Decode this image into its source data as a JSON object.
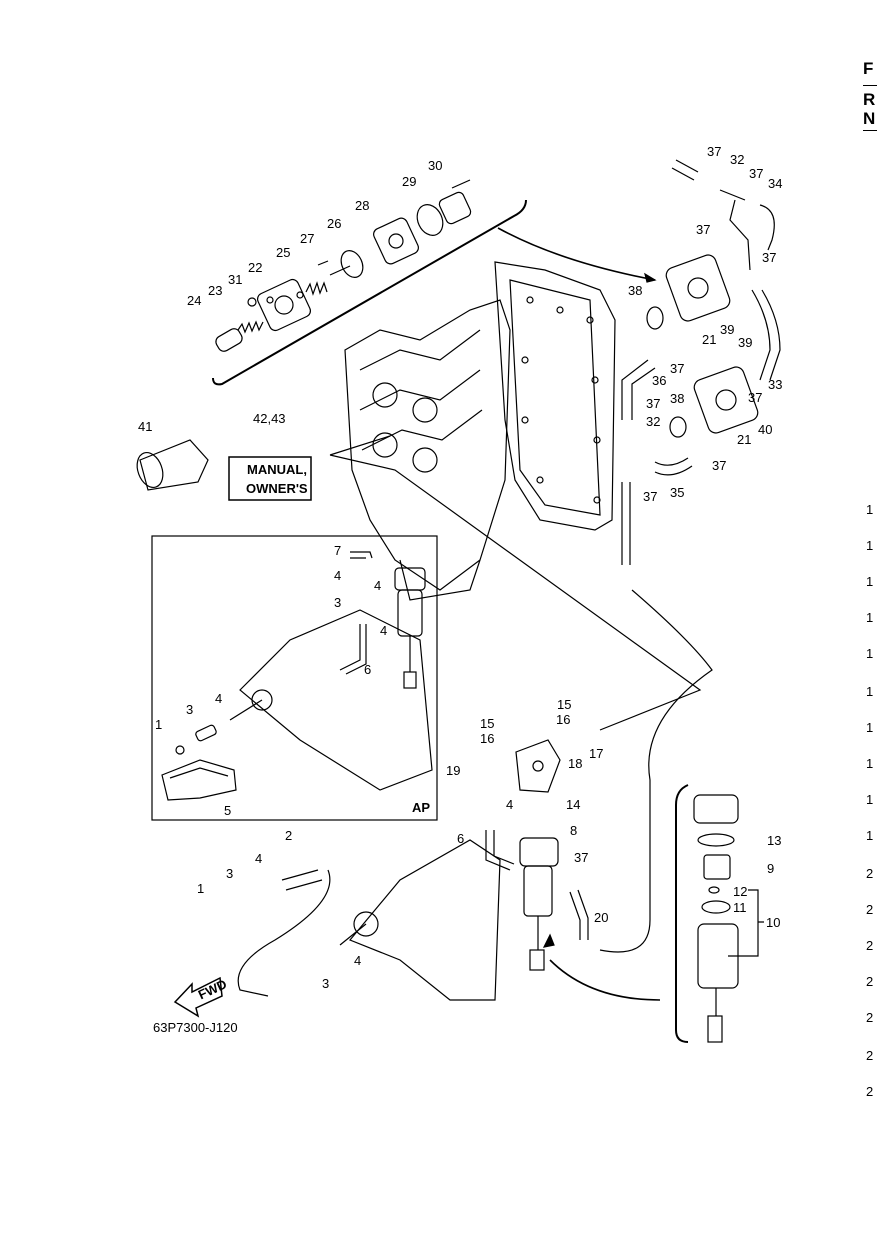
{
  "diagram": {
    "drawing_code": "63P7300-J120",
    "fwd_label": "FWD",
    "ap_label": "AP",
    "manual_label_line1": "MANUAL,",
    "manual_label_line2": "OWNER'S",
    "part_numbers": {
      "n1a": "1",
      "n1b": "1",
      "n2": "2",
      "n3a": "3",
      "n3b": "3",
      "n3c": "3",
      "n3d": "3",
      "n4a": "4",
      "n4b": "4",
      "n4c": "4",
      "n4d": "4",
      "n4e": "4",
      "n4f": "4",
      "n4g": "4",
      "n5": "5",
      "n6a": "6",
      "n6b": "6",
      "n7": "7",
      "n8": "8",
      "n9": "9",
      "n10": "10",
      "n11": "11",
      "n12": "12",
      "n13": "13",
      "n14": "14",
      "n15a": "15",
      "n15b": "15",
      "n16a": "16",
      "n16b": "16",
      "n17": "17",
      "n18": "18",
      "n19": "19",
      "n20": "20",
      "n21a": "21",
      "n21b": "21",
      "n22": "22",
      "n23": "23",
      "n24": "24",
      "n25": "25",
      "n26": "26",
      "n27": "27",
      "n28": "28",
      "n29": "29",
      "n30": "30",
      "n31": "31",
      "n32a": "32",
      "n32b": "32",
      "n33": "33",
      "n34": "34",
      "n35": "35",
      "n36": "36",
      "n37a": "37",
      "n37b": "37",
      "n37c": "37",
      "n37d": "37",
      "n37e": "37",
      "n37f": "37",
      "n37g": "37",
      "n37h": "37",
      "n37i": "37",
      "n37j": "37",
      "n38a": "38",
      "n38b": "38",
      "n39a": "39",
      "n39b": "39",
      "n40": "40",
      "n41": "41",
      "n4243": "42,43"
    }
  },
  "edge_text": {
    "header_f": "F",
    "header_r": "R",
    "header_n": "N",
    "row_digits": [
      "1",
      "1",
      "1",
      "1",
      "1",
      "1",
      "1",
      "1",
      "1",
      "1",
      "2",
      "2",
      "2",
      "2",
      "2",
      "2",
      "2"
    ]
  }
}
